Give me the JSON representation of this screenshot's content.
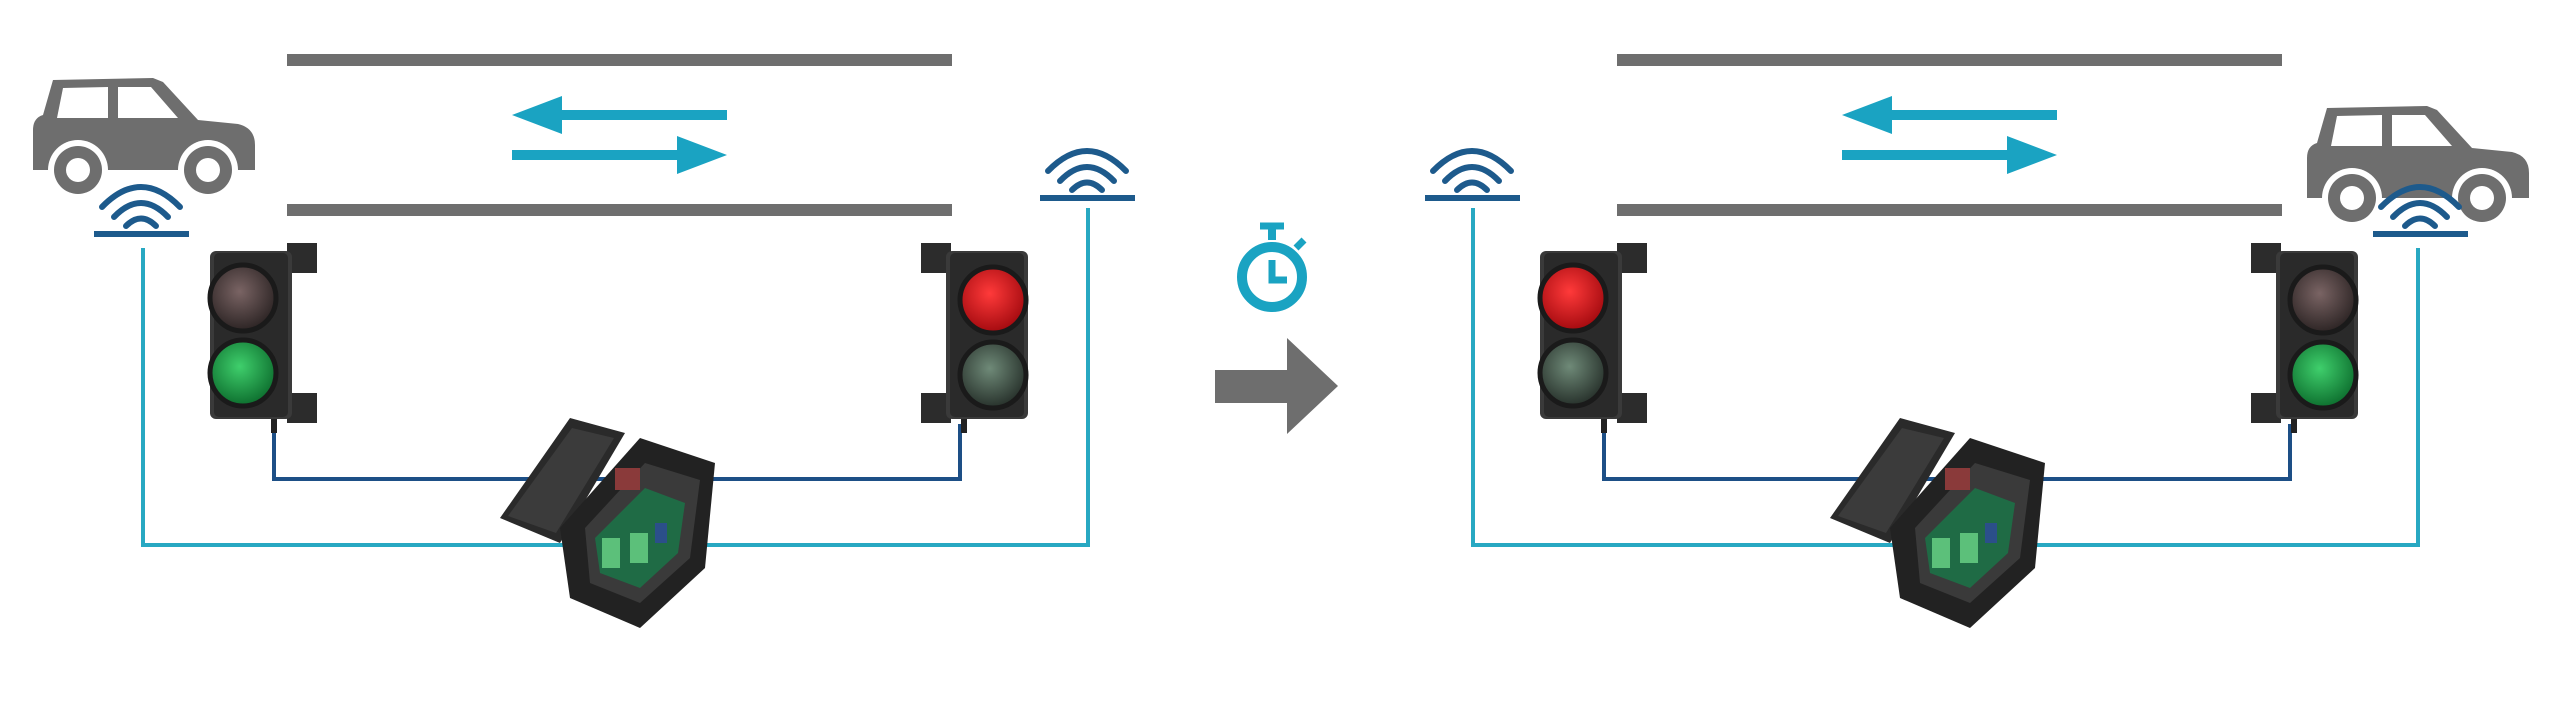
{
  "diagram": {
    "type": "traffic-light-alternating-flow",
    "states": [
      {
        "name": "state-1",
        "left_light": "green",
        "right_light": "red",
        "car_side": "left"
      },
      {
        "name": "state-2",
        "left_light": "red",
        "right_light": "green",
        "car_side": "right"
      }
    ],
    "colors": {
      "road": "#6e6e6e",
      "flow_arrow": "#1aa3c2",
      "sensor": "#1d5a8c",
      "light_wire": "#1d4f86",
      "sensor_wire": "#28a8c2",
      "red_on": "#e3121a",
      "green_on": "#1c9a46",
      "transition_arrow": "#6e6e6e",
      "timer": "#1aa3c2"
    }
  }
}
